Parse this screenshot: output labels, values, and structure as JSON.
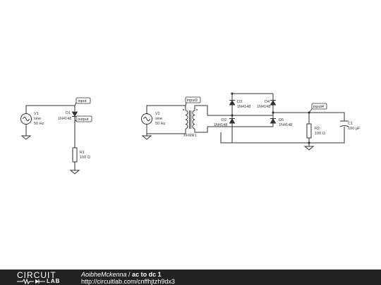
{
  "circuit1": {
    "v1": {
      "name": "V1",
      "type": "sine",
      "freq": "50 Hz"
    },
    "d1": {
      "name": "D1",
      "part": "1N4148"
    },
    "r1": {
      "name": "R1",
      "value": "100 Ω"
    },
    "flag_input": "input",
    "flag_output": "output"
  },
  "circuit2": {
    "v2": {
      "name": "V2",
      "type": "sine",
      "freq": "50 Hz"
    },
    "xfmr": {
      "name": "XFMR1"
    },
    "flag_input3": "input3",
    "flag_input4": "input4",
    "d2": {
      "name": "D2",
      "part": "1N4148"
    },
    "d3": {
      "name": "D3",
      "part": "1N4148"
    },
    "d4": {
      "name": "D4",
      "part": "1N4148"
    },
    "d5": {
      "name": "D5",
      "part": "1N4148"
    },
    "r2": {
      "name": "R2",
      "value": "100 Ω"
    },
    "c1": {
      "name": "C1",
      "value": "100 µF"
    }
  },
  "footer": {
    "logo_top": "CIRCUIT",
    "logo_bottom": "LAB",
    "author": "AoibheMckenna",
    "separator": " / ",
    "title": "ac to dc 1",
    "url": "http://circuitlab.com/cnffhjtzh9dx3"
  }
}
